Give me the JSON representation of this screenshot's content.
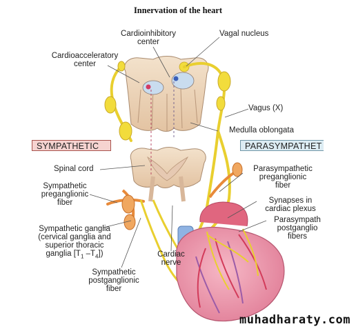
{
  "title": "Innervation of the heart",
  "labels": {
    "cardioinhibitory": [
      "Cardioinhibitory",
      "center"
    ],
    "vagal_nucleus": "Vagal nucleus",
    "cardioacceleratory": [
      "Cardioacceleratory",
      "center"
    ],
    "vagus": "Vagus (X)",
    "medulla": "Medulla oblongata",
    "sympathetic": "SYMPATHETIC",
    "parasympathetic": "PARASYMPATHET",
    "spinal_cord": "Spinal cord",
    "para_pre": [
      "Parasympathetic",
      "preganglionic",
      "fiber"
    ],
    "sym_pre": [
      "Sympathetic",
      "preganglionic",
      "fiber"
    ],
    "synapses": [
      "Synapses in",
      "cardiac plexus"
    ],
    "para_post": [
      "Parasympath",
      "postganglio",
      "fibers"
    ],
    "sym_ganglia": [
      "Sympathetic ganglia",
      "(cervical ganglia and",
      "superior thoracic",
      "ganglia [T",
      "1",
      " –T",
      "4",
      "])"
    ],
    "cardiac_nerve": [
      "Cardiac",
      "nerve"
    ],
    "sym_post": [
      "Sympathetic",
      "postganglionic",
      "fiber"
    ]
  },
  "watermark": "muhadharaty.com",
  "colors": {
    "nerve": "#f2dc3c",
    "tissue": "#efd7bd",
    "heart": "#ec8fa6",
    "artery": "#d9546e",
    "vein": "#8fb3e3",
    "sympathetic_fill": "#f6d3d0",
    "parasympathetic_fill": "#dcecf3"
  }
}
